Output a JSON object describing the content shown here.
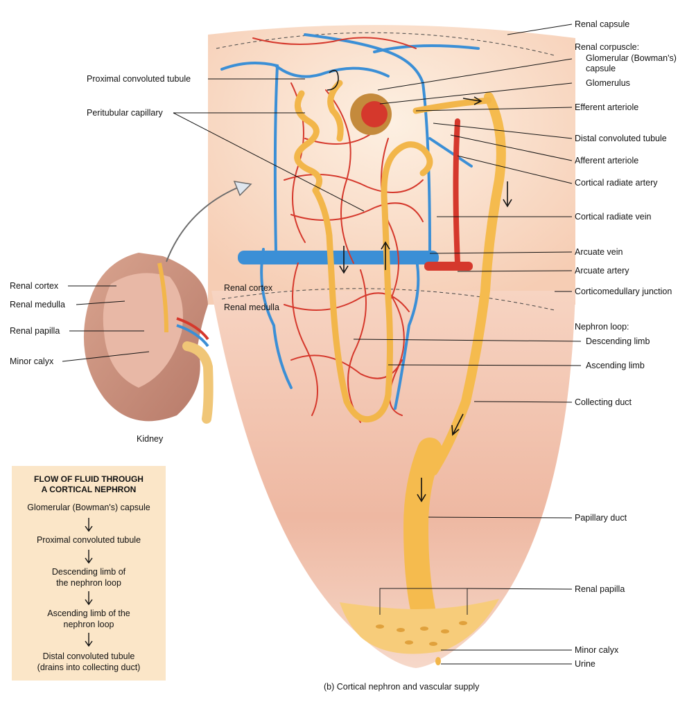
{
  "labels": {
    "renal_capsule": "Renal capsule",
    "renal_corpuscle": "Renal corpuscle:",
    "glomerular_capsule": "Glomerular (Bowman's) capsule",
    "glomerulus": "Glomerulus",
    "efferent_arteriole": "Efferent arteriole",
    "distal_convoluted_tubule": "Distal convoluted tubule",
    "afferent_arteriole": "Afferent arteriole",
    "cortical_radiate_artery": "Cortical radiate artery",
    "cortical_radiate_vein": "Cortical radiate vein",
    "arcuate_vein": "Arcuate vein",
    "arcuate_artery": "Arcuate artery",
    "corticomedullary_junction": "Corticomedullary junction",
    "nephron_loop": "Nephron loop:",
    "descending_limb": "Descending limb",
    "ascending_limb": "Ascending limb",
    "collecting_duct": "Collecting duct",
    "papillary_duct": "Papillary duct",
    "renal_papilla_right": "Renal papilla",
    "minor_calyx_right": "Minor calyx",
    "urine": "Urine",
    "proximal_convoluted_tubule": "Proximal convoluted tubule",
    "peritubular_capillary": "Peritubular capillary",
    "renal_cortex_inner": "Renal cortex",
    "renal_medulla_inner": "Renal medulla",
    "renal_cortex_left": "Renal cortex",
    "renal_medulla_left": "Renal medulla",
    "renal_papilla_left": "Renal papilla",
    "minor_calyx_left": "Minor calyx",
    "kidney": "Kidney"
  },
  "flow_box": {
    "title": "FLOW OF FLUID THROUGH A CORTICAL NEPHRON",
    "steps": [
      "Glomerular (Bowman's) capsule",
      "Proximal convoluted tubule",
      "Descending limb of the nephron loop",
      "Ascending limb of the nephron loop",
      "Distal convoluted tubule (drains into collecting duct)"
    ]
  },
  "caption": "(b) Cortical nephron and vascular supply",
  "colors": {
    "tubule": "#f2b64a",
    "artery": "#d5382c",
    "vein": "#3b8fd6",
    "cortex_tint": "#fbe3cf",
    "medulla_tint": "#f1c2ad",
    "flow_box": "#fbe6c8"
  }
}
